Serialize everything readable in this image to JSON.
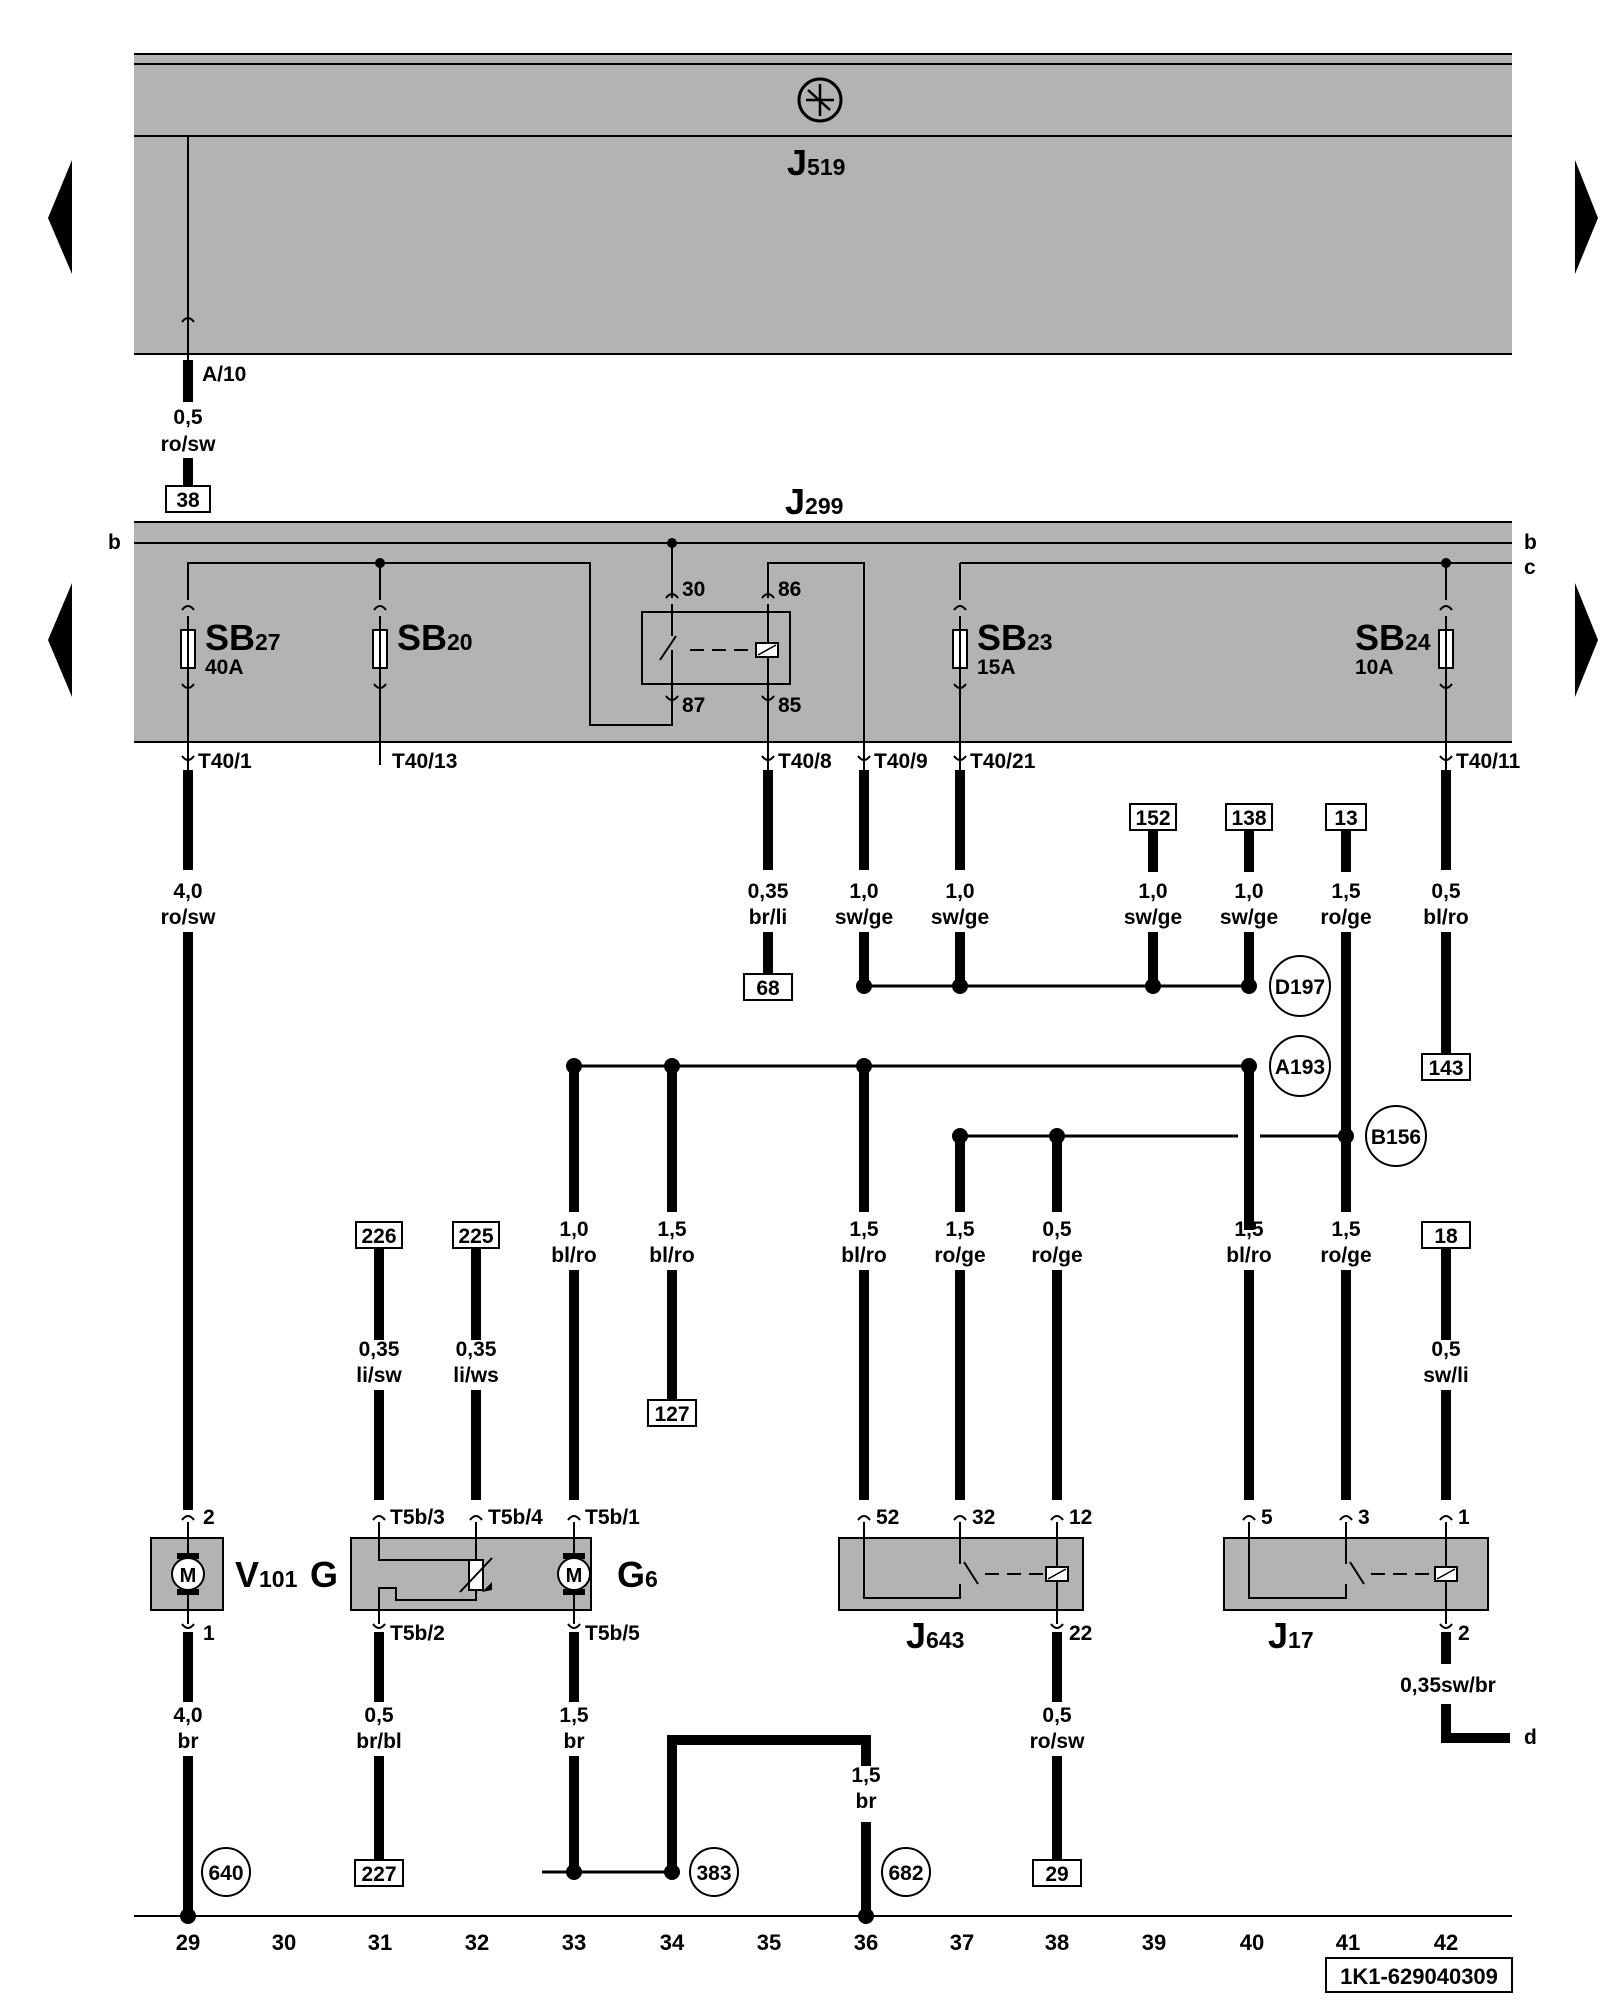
{
  "components": {
    "j519": {
      "main": "J",
      "sub": "519"
    },
    "j299": {
      "main": "J",
      "sub": "299"
    },
    "sb27": {
      "main": "SB",
      "sub": "27",
      "rating": "40A"
    },
    "sb20": {
      "main": "SB",
      "sub": "20"
    },
    "sb23": {
      "main": "SB",
      "sub": "23",
      "rating": "15A"
    },
    "sb24": {
      "main": "SB",
      "sub": "24",
      "rating": "10A"
    },
    "v101": {
      "main": "V",
      "sub": "101"
    },
    "g": "G",
    "g6": {
      "main": "G",
      "sub": "6"
    },
    "j643": {
      "main": "J",
      "sub": "643"
    },
    "j17": {
      "main": "J",
      "sub": "17"
    },
    "motor_symbol": "M"
  },
  "rail_labels": {
    "b_left": "b",
    "b_right": "b",
    "c_right": "c",
    "d_right": "d"
  },
  "relay_pins": {
    "p30": "30",
    "p86": "86",
    "p87": "87",
    "p85": "85"
  },
  "connectors": {
    "a10": "A/10",
    "t40_1": "T40/1",
    "t40_13": "T40/13",
    "t40_8": "T40/8",
    "t40_9": "T40/9",
    "t40_21": "T40/21",
    "t40_11": "T40/11",
    "v101_2": "2",
    "v101_1": "1",
    "t5b_3": "T5b/3",
    "t5b_4": "T5b/4",
    "t5b_1": "T5b/1",
    "t5b_2": "T5b/2",
    "t5b_5": "T5b/5",
    "j643_52": "52",
    "j643_32": "32",
    "j643_12": "12",
    "j643_22": "22",
    "j17_5": "5",
    "j17_3": "3",
    "j17_1": "1",
    "j17_2": "2"
  },
  "wires": {
    "w_a10": {
      "size": "0,5",
      "color": "ro/sw"
    },
    "w_c29": {
      "size": "4,0",
      "color": "ro/sw"
    },
    "w_c38": {
      "size": "0,35",
      "color": "br/li"
    },
    "w_c36": {
      "size": "1,0",
      "color": "sw/ge"
    },
    "w_c37": {
      "size": "1,0",
      "color": "sw/ge"
    },
    "w_c39": {
      "size": "1,0",
      "color": "sw/ge"
    },
    "w_c40": {
      "size": "1,0",
      "color": "sw/ge"
    },
    "w_c41": {
      "size": "1,5",
      "color": "ro/ge"
    },
    "w_c42": {
      "size": "0,5",
      "color": "bl/ro"
    },
    "w_c31u": {
      "size": "0,35",
      "color": "li/sw"
    },
    "w_c32u": {
      "size": "0,35",
      "color": "li/ws"
    },
    "w_c33u": {
      "size": "1,0",
      "color": "bl/ro"
    },
    "w_c34u": {
      "size": "1,5",
      "color": "bl/ro"
    },
    "w_c36u": {
      "size": "1,5",
      "color": "bl/ro"
    },
    "w_c37u": {
      "size": "1,5",
      "color": "ro/ge"
    },
    "w_c38u": {
      "size": "0,5",
      "color": "ro/ge"
    },
    "w_c40u": {
      "size": "1,5",
      "color": "bl/ro"
    },
    "w_c41u": {
      "size": "1,5",
      "color": "ro/ge"
    },
    "w_c42u": {
      "size": "0,5",
      "color": "sw/li"
    },
    "w_c29l": {
      "size": "4,0",
      "color": "br"
    },
    "w_c31l": {
      "size": "0,5",
      "color": "br/bl"
    },
    "w_c33l": {
      "size": "1,5",
      "color": "br"
    },
    "w_c36l": {
      "size": "1,5",
      "color": "br"
    },
    "w_c38l": {
      "size": "0,5",
      "color": "ro/sw"
    },
    "w_c42l": {
      "size": "0,35",
      "color": "sw/br"
    }
  },
  "refs": {
    "r38": "38",
    "r68": "68",
    "r152": "152",
    "r138": "138",
    "r13": "13",
    "r143": "143",
    "r226": "226",
    "r225": "225",
    "r127": "127",
    "r18": "18",
    "r227": "227",
    "r29": "29"
  },
  "circles": {
    "d197": "D197",
    "a193": "A193",
    "b156": "B156",
    "c640": "640",
    "c383": "383",
    "c682": "682"
  },
  "columns": [
    "29",
    "30",
    "31",
    "32",
    "33",
    "34",
    "35",
    "36",
    "37",
    "38",
    "39",
    "40",
    "41",
    "42"
  ],
  "footer": {
    "code": "1K1-629040309"
  }
}
